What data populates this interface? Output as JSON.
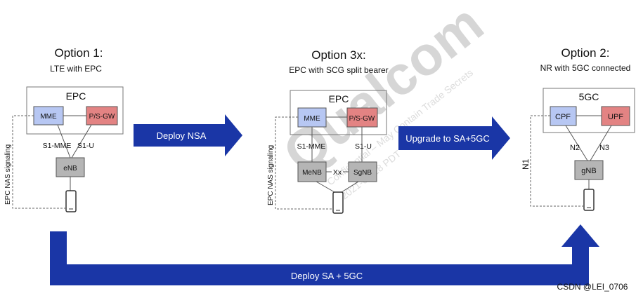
{
  "options": [
    {
      "title": "Option 1:",
      "subtitle": "LTE with EPC",
      "core": "EPC",
      "nodes": [
        "MME",
        "P/S-GW"
      ],
      "links": [
        "S1-MME",
        "S1-U"
      ],
      "ran": [
        "eNB"
      ],
      "signaling": "EPC NAS signaling"
    },
    {
      "title": "Option 3x:",
      "subtitle": "EPC with SCG split bearer",
      "core": "EPC",
      "nodes": [
        "MME",
        "P/S-GW"
      ],
      "links": [
        "S1-MME",
        "S1-U",
        "Xx"
      ],
      "ran": [
        "MeNB",
        "SgNB"
      ],
      "signaling": "EPC NAS signaling"
    },
    {
      "title": "Option 2:",
      "subtitle": "NR with 5GC connected",
      "core": "5GC",
      "nodes": [
        "CPF",
        "UPF"
      ],
      "links": [
        "N2",
        "N3",
        "N1"
      ],
      "ran": [
        "gNB"
      ]
    }
  ],
  "arrows": {
    "deploy_nsa": "Deploy NSA",
    "upgrade": "Upgrade to SA+5GC",
    "deploy_sa": "Deploy SA + 5GC"
  },
  "watermark": {
    "big": "Qualcom",
    "line1": "Confidential – May Contain Trade Secrets",
    "line2": "2021-06-28 PDT"
  },
  "credit": "CSDN @LEI_0706",
  "colors": {
    "blue_node": "#b7c7f3",
    "red_node": "#e38383",
    "grey_node": "#b5b5b5",
    "arrow": "#1a36a6"
  }
}
